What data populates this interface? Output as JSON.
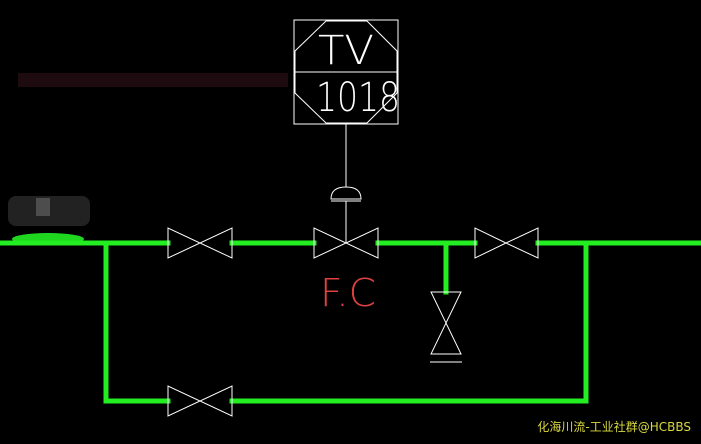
{
  "instrument": {
    "function": "TV",
    "loop_number": "1018"
  },
  "control_valve": {
    "fail_action": "F.C"
  },
  "watermark": "化海川流-工业社群@HCBBS",
  "colors": {
    "background": "#000000",
    "pipe": "#22ee22",
    "symbol": "#ffffff",
    "fail_label": "#e04040",
    "watermark": "#d8d840"
  }
}
